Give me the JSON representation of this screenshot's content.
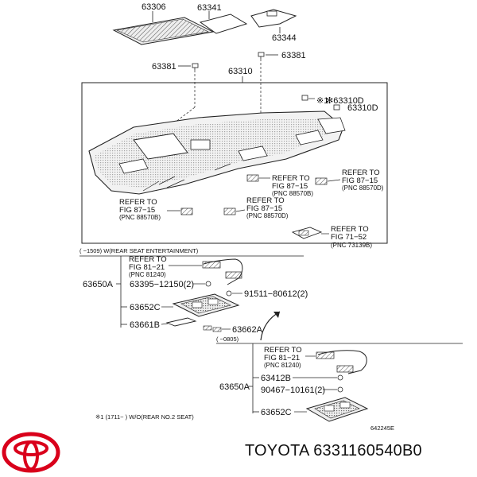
{
  "parts": {
    "p63306": "63306",
    "p63341": "63341",
    "p63344": "63344",
    "p63381a": "63381",
    "p63381b": "63381",
    "p63310": "63310",
    "p63310d_1": "✻63310D",
    "p63310d_1_prefix": "※1",
    "p63310d_2": "63310D",
    "p63650a_1": "63650A",
    "p63395": "63395−12150(2)",
    "p91511": "91511−80612(2)",
    "p63652c_1": "63652C",
    "p63661b": "63661B",
    "p63662a": "63662A",
    "p63412b": "63412B",
    "p90467": "90467−10161(2)",
    "p63650a_2": "63650A",
    "p63652c_2": "63652C"
  },
  "refs": {
    "r1": {
      "l1": "REFER TO",
      "l2": "FIG 87−15",
      "l3": "(PNC 88570B)"
    },
    "r2": {
      "l1": "REFER TO",
      "l2": "FIG 87−15",
      "l3": "(PNC 88570D)"
    },
    "r3": {
      "l1": "REFER TO",
      "l2": "FIG 87−15",
      "l3": "(PNC 88570B)"
    },
    "r4": {
      "l1": "REFER TO",
      "l2": "FIG 87−15",
      "l3": "(PNC 88570D)"
    },
    "r5": {
      "l1": "REFER TO",
      "l2": "FIG 71−52",
      "l3": "(PNC 73139B)"
    },
    "r6": {
      "l1": "REFER TO",
      "l2": "FIG 81−21",
      "l3": "(PNC 81240)"
    },
    "r7": {
      "l1": "REFER TO",
      "l2": "FIG 81−21",
      "l3": "(PNC 81240)"
    }
  },
  "notes": {
    "group1": "(     −1509) W(REAR SEAT ENTERTAINMENT)",
    "group2": "(     −0805)",
    "footnote": "※1 (1711−     )  W/O(REAR NO.2 SEAT)",
    "code": "642245E"
  },
  "caption": "TOYOTA 6331160540B0",
  "colors": {
    "logo": "#d9001b",
    "ink": "#111111"
  }
}
